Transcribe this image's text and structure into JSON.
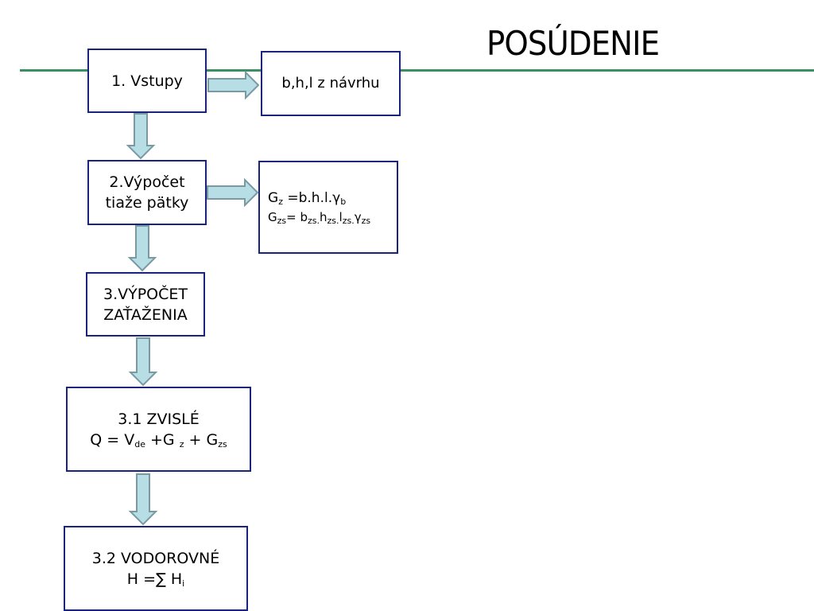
{
  "slide": {
    "title": "POSÚDENIE",
    "colors": {
      "rule": "#3a9060",
      "box_border": "#1a237e",
      "arrow_fill": "#b7dde5",
      "arrow_stroke": "#7a9aa3"
    }
  },
  "flow": {
    "step1": {
      "label": "1. Vstupy"
    },
    "step1_result": {
      "label": "b,h,l z návrhu"
    },
    "step2": {
      "line1": "2.Výpočet",
      "line2": "tiaže pätky"
    },
    "step2_result": {
      "f1_g": "G",
      "f1_g_sub": "z",
      "f1_mid": " =b.h.l.γ",
      "f1_end_sub": "b",
      "f2_g": "G",
      "f2_g_sub": "zs",
      "f2_mid1": "= b",
      "f2_sub1": "zs.",
      "f2_h": "h",
      "f2_sub2": "zs.",
      "f2_l": "l",
      "f2_sub3": "zs.",
      "f2_gamma": "γ",
      "f2_sub4": "zs"
    },
    "step3": {
      "line1": "3.VÝPOČET",
      "line2": "ZAŤAŽENIA"
    },
    "step31": {
      "line1": "3.1 ZVISLÉ",
      "q": "Q = V",
      "q_sub1": "de",
      "q_mid": " +G ",
      "q_sub2": "z",
      "q_plus": " + G",
      "q_sub3": "zs"
    },
    "step32": {
      "line1": "3.2 VODOROVNÉ",
      "h": "H =∑ H",
      "h_sub": "i"
    }
  }
}
